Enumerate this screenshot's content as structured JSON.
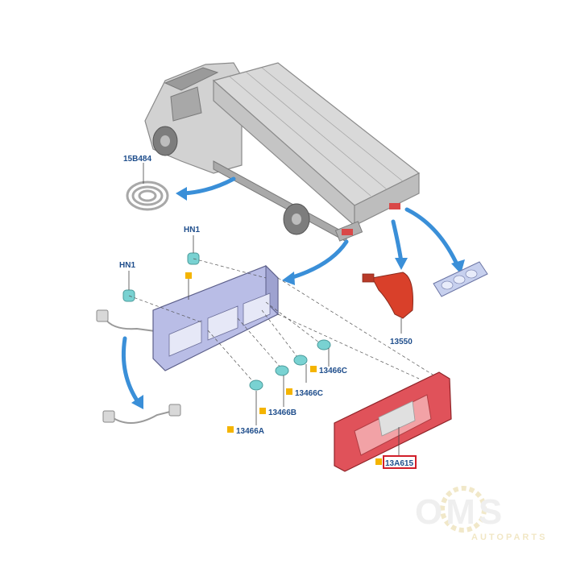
{
  "colors": {
    "label_text": "#1f4e8c",
    "marker": "#f4b400",
    "arrow": "#3a8fd8",
    "truck_body": "#cfcfcf",
    "truck_outline": "#8a8a8a",
    "lamp_housing": "#b9bde6",
    "plate_red": "#e0525a",
    "highlight_box": "#d11f2a",
    "watermark": "#e6e6e6",
    "bulb": "#79d2d2"
  },
  "labels": {
    "part_15b484": "15B484",
    "part_hn1_top": "HN1",
    "part_hn1_left": "HN1",
    "part_13550": "13550",
    "part_13466c_a": "13466C",
    "part_13466c_b": "13466C",
    "part_13466b": "13466B",
    "part_13466a": "13466A",
    "part_13a615": "13A615"
  },
  "watermark": {
    "main": "OMS",
    "sub": "AUTOPARTS"
  },
  "icons": {
    "marker": "square-marker",
    "arrow": "curved-arrow",
    "bulb": "bulb-icon"
  }
}
